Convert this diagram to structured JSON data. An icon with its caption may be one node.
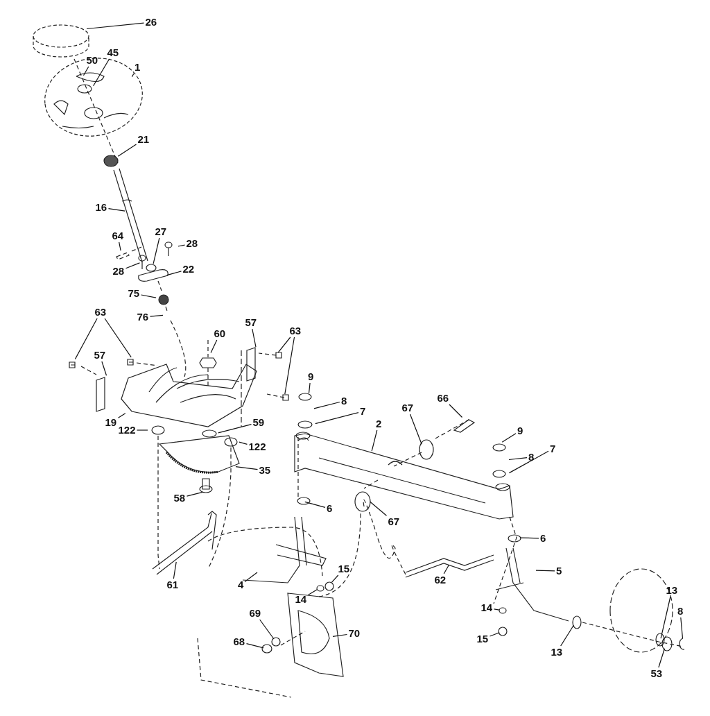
{
  "diagram": {
    "nodes": [
      {
        "text": [
          "26"
        ]
      },
      {
        "text": [
          "45"
        ]
      },
      {
        "text": [
          "50"
        ]
      },
      {
        "text": [
          "1"
        ]
      },
      {
        "text": [
          "21"
        ]
      },
      {
        "text": [
          "16"
        ]
      },
      {
        "text": [
          "64"
        ]
      },
      {
        "text": [
          "27"
        ]
      },
      {
        "text": [
          "28"
        ]
      },
      {
        "text": [
          "28"
        ]
      },
      {
        "text": [
          "22"
        ]
      },
      {
        "text": [
          "75"
        ]
      },
      {
        "text": [
          "76"
        ]
      },
      {
        "text": [
          "63"
        ]
      },
      {
        "text": [
          "57"
        ]
      },
      {
        "text": [
          "57"
        ]
      },
      {
        "text": [
          "60"
        ]
      },
      {
        "text": [
          "63"
        ]
      },
      {
        "text": [
          "19"
        ]
      },
      {
        "text": [
          "9"
        ]
      },
      {
        "text": [
          "8"
        ]
      },
      {
        "text": [
          "7"
        ]
      },
      {
        "text": [
          "2"
        ]
      },
      {
        "text": [
          "66"
        ]
      },
      {
        "text": [
          "67"
        ]
      },
      {
        "text": [
          "59"
        ]
      },
      {
        "text": [
          "122"
        ]
      },
      {
        "text": [
          "122"
        ]
      },
      {
        "text": [
          "35"
        ]
      },
      {
        "text": [
          "58"
        ]
      },
      {
        "text": [
          "9"
        ]
      },
      {
        "text": [
          "8"
        ]
      },
      {
        "text": [
          "7"
        ]
      },
      {
        "text": [
          "6"
        ]
      },
      {
        "text": [
          "67"
        ]
      },
      {
        "text": [
          "6"
        ]
      },
      {
        "text": [
          "61"
        ]
      },
      {
        "text": [
          "4"
        ]
      },
      {
        "text": [
          "14"
        ]
      },
      {
        "text": [
          "15"
        ]
      },
      {
        "text": [
          "62"
        ]
      },
      {
        "text": [
          "5"
        ]
      },
      {
        "text": [
          "69"
        ]
      },
      {
        "text": [
          "68"
        ]
      },
      {
        "text": [
          "70"
        ]
      },
      {
        "text": [
          "14"
        ]
      },
      {
        "text": [
          "15"
        ]
      },
      {
        "text": [
          "13"
        ]
      },
      {
        "text": [
          "13"
        ]
      },
      {
        "text": [
          "8"
        ]
      },
      {
        "text": [
          "53"
        ]
      }
    ],
    "edges": [
      {
        "from": 0,
        "to": null,
        "arrow": "none"
      },
      {
        "from": 1,
        "to": null,
        "arrow": "none"
      },
      {
        "from": 2,
        "to": null,
        "arrow": "none"
      },
      {
        "from": 3,
        "to": null,
        "arrow": "none"
      },
      {
        "from": 4,
        "to": null,
        "arrow": "none"
      },
      {
        "from": 5,
        "to": null,
        "arrow": "none"
      },
      {
        "from": 6,
        "to": null,
        "arrow": "none"
      },
      {
        "from": 7,
        "to": null,
        "arrow": "none"
      },
      {
        "from": 8,
        "to": null,
        "arrow": "none"
      },
      {
        "from": 9,
        "to": null,
        "arrow": "none"
      },
      {
        "from": 10,
        "to": null,
        "arrow": "none"
      },
      {
        "from": 11,
        "to": null,
        "arrow": "none"
      },
      {
        "from": 12,
        "to": null,
        "arrow": "none"
      },
      {
        "from": 13,
        "to": null,
        "arrow": "none"
      },
      {
        "from": 13,
        "to": null,
        "arrow": "none"
      },
      {
        "from": 14,
        "to": null,
        "arrow": "none"
      },
      {
        "from": 15,
        "to": null,
        "arrow": "none"
      },
      {
        "from": 16,
        "to": null,
        "arrow": "none"
      },
      {
        "from": 17,
        "to": null,
        "arrow": "none"
      },
      {
        "from": 17,
        "to": null,
        "arrow": "none"
      },
      {
        "from": 18,
        "to": null,
        "arrow": "none"
      },
      {
        "from": 19,
        "to": null,
        "arrow": "none"
      },
      {
        "from": 20,
        "to": null,
        "arrow": "none"
      },
      {
        "from": 21,
        "to": null,
        "arrow": "none"
      },
      {
        "from": 22,
        "to": null,
        "arrow": "none"
      },
      {
        "from": 23,
        "to": null,
        "arrow": "none"
      },
      {
        "from": 24,
        "to": null,
        "arrow": "none"
      },
      {
        "from": 25,
        "to": null,
        "arrow": "none"
      },
      {
        "from": 26,
        "to": null,
        "arrow": "none"
      },
      {
        "from": 27,
        "to": null,
        "arrow": "none"
      },
      {
        "from": 28,
        "to": null,
        "arrow": "none"
      },
      {
        "from": 29,
        "to": null,
        "arrow": "none"
      },
      {
        "from": 30,
        "to": null,
        "arrow": "none"
      },
      {
        "from": 31,
        "to": null,
        "arrow": "none"
      },
      {
        "from": 32,
        "to": null,
        "arrow": "none"
      },
      {
        "from": 33,
        "to": null,
        "arrow": "none"
      },
      {
        "from": 34,
        "to": null,
        "arrow": "none"
      },
      {
        "from": 35,
        "to": null,
        "arrow": "none"
      },
      {
        "from": 36,
        "to": null,
        "arrow": "none"
      },
      {
        "from": 37,
        "to": null,
        "arrow": "none"
      },
      {
        "from": 38,
        "to": null,
        "arrow": "none"
      },
      {
        "from": 39,
        "to": null,
        "arrow": "none"
      },
      {
        "from": 40,
        "to": null,
        "arrow": "none"
      },
      {
        "from": 41,
        "to": null,
        "arrow": "none"
      },
      {
        "from": 42,
        "to": null,
        "arrow": "none"
      },
      {
        "from": 43,
        "to": null,
        "arrow": "none"
      },
      {
        "from": 44,
        "to": null,
        "arrow": "none"
      },
      {
        "from": 45,
        "to": null,
        "arrow": "none"
      },
      {
        "from": 46,
        "to": null,
        "arrow": "none"
      },
      {
        "from": 47,
        "to": null,
        "arrow": "none"
      },
      {
        "from": 48,
        "to": null,
        "arrow": "none"
      },
      {
        "from": 49,
        "to": null,
        "arrow": "none"
      },
      {
        "from": 50,
        "to": null,
        "arrow": "none"
      }
    ]
  }
}
